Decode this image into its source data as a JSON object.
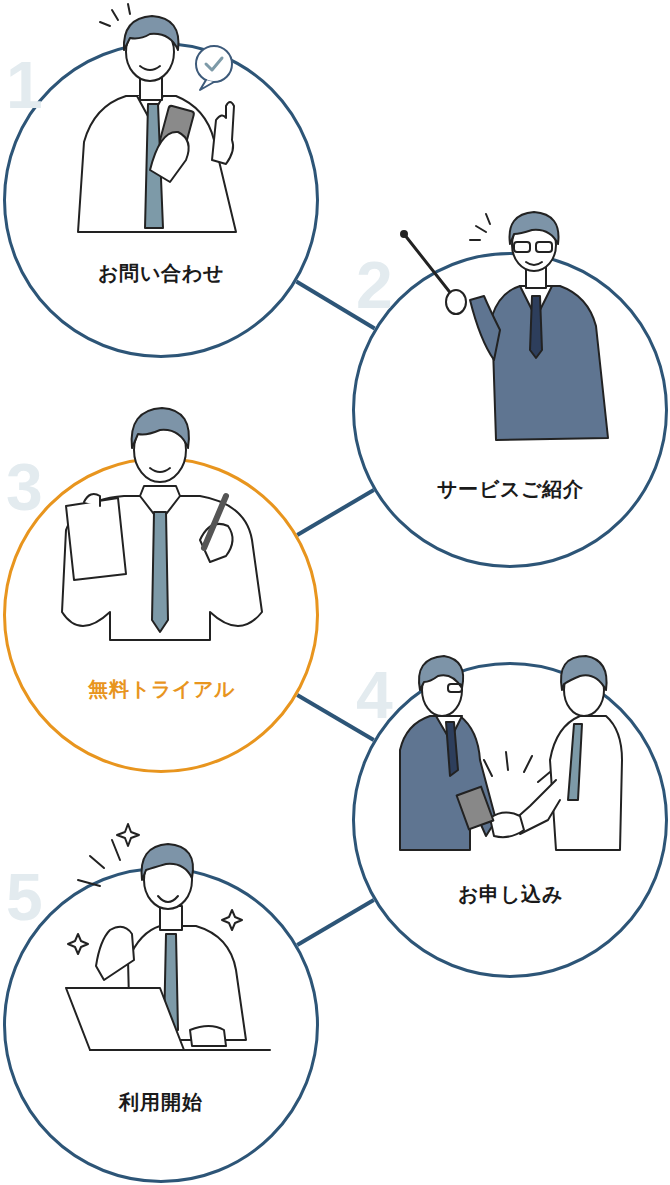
{
  "diagram": {
    "nodes": [
      {
        "text": [
          "お問い合わせ"
        ]
      },
      {
        "text": [
          "サービスご紹介"
        ]
      },
      {
        "text": [
          "無料トライアル"
        ]
      },
      {
        "text": [
          "お申し込み"
        ]
      },
      {
        "text": [
          "利用開始"
        ]
      }
    ],
    "edges": [
      {
        "from": 0,
        "to": 1,
        "arrow": "none"
      },
      {
        "from": 1,
        "to": 2,
        "arrow": "none"
      },
      {
        "from": 2,
        "to": 3,
        "arrow": "none"
      },
      {
        "from": 3,
        "to": 4,
        "arrow": "none"
      }
    ],
    "labels": [
      "1",
      "2",
      "3",
      "4",
      "5"
    ]
  }
}
